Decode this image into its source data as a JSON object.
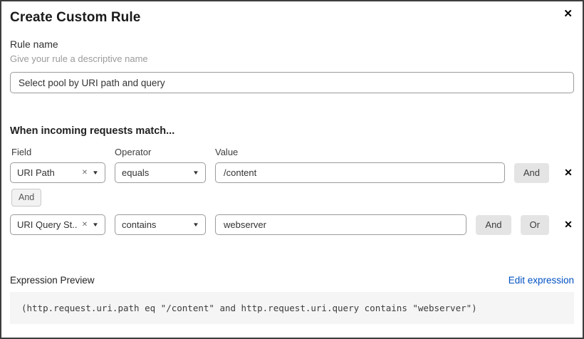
{
  "dialog": {
    "title": "Create Custom Rule"
  },
  "icons": {
    "close": "✕",
    "clear": "✕",
    "caret": "▼",
    "remove": "✕"
  },
  "rule_name": {
    "label": "Rule name",
    "hint": "Give your rule a descriptive name",
    "value": "Select pool by URI path and query"
  },
  "match": {
    "heading": "When incoming requests match...",
    "columns": {
      "field": "Field",
      "operator": "Operator",
      "value": "Value"
    },
    "rows": [
      {
        "field": "URI Path",
        "operator": "equals",
        "value": "/content",
        "and_label": "And"
      },
      {
        "field": "URI Query St...",
        "operator": "contains",
        "value": "webserver",
        "and_label": "And",
        "or_label": "Or"
      }
    ],
    "connector_label": "And"
  },
  "expression": {
    "label": "Expression Preview",
    "edit_link": "Edit expression",
    "code": "(http.request.uri.path eq \"/content\" and http.request.uri.query contains \"webserver\")"
  },
  "colors": {
    "link": "#0051c3",
    "conjunction_button_bg": "#e4e4e4",
    "code_block_bg": "#f5f5f5",
    "dialog_border": "#3d3d3d"
  }
}
